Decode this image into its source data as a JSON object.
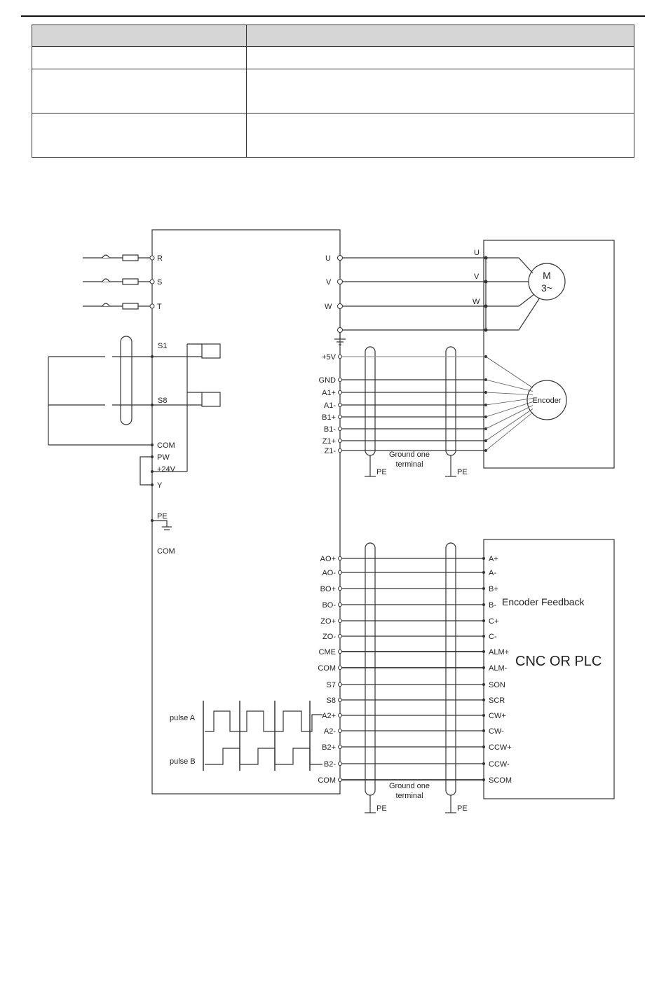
{
  "table": {
    "rows": 4,
    "cols": 2
  },
  "supply": {
    "terminals": [
      "R",
      "S",
      "T"
    ]
  },
  "inputs": {
    "first": "S1",
    "last": "S8"
  },
  "left_terms": {
    "com": "COM",
    "pw": "PW",
    "v24": "+24V",
    "y": "Y",
    "pe": "PE",
    "com2": "COM"
  },
  "motor_out": {
    "drive_labels": [
      "U",
      "V",
      "W"
    ],
    "motor_labels": [
      "U",
      "V",
      "W"
    ]
  },
  "motor": {
    "line1": "M",
    "line2": "3~"
  },
  "encoder": {
    "label": "Encoder",
    "terminals": [
      "+5V",
      "GND",
      "A1+",
      "A1-",
      "B1+",
      "B1-",
      "Z1+",
      "Z1-"
    ]
  },
  "ground_note": {
    "line1": "Ground one",
    "line2": "terminal"
  },
  "pe_label": "PE",
  "cnc": {
    "title": "CNC OR PLC",
    "feedback_label": "Encoder Feedback",
    "drive_terminals": [
      "AO+",
      "AO-",
      "BO+",
      "BO-",
      "ZO+",
      "ZO-",
      "CME",
      "COM",
      "S7",
      "S8",
      "A2+",
      "A2-",
      "B2+",
      "B2-",
      "COM"
    ],
    "plc_terminals": [
      "A+",
      "A-",
      "B+",
      "B-",
      "C+",
      "C-",
      "ALM+",
      "ALM-",
      "SON",
      "SCR",
      "CW+",
      "CW-",
      "CCW+",
      "CCW-",
      "SCOM"
    ]
  },
  "pulse": {
    "a": "pulse A",
    "b": "pulse B"
  }
}
